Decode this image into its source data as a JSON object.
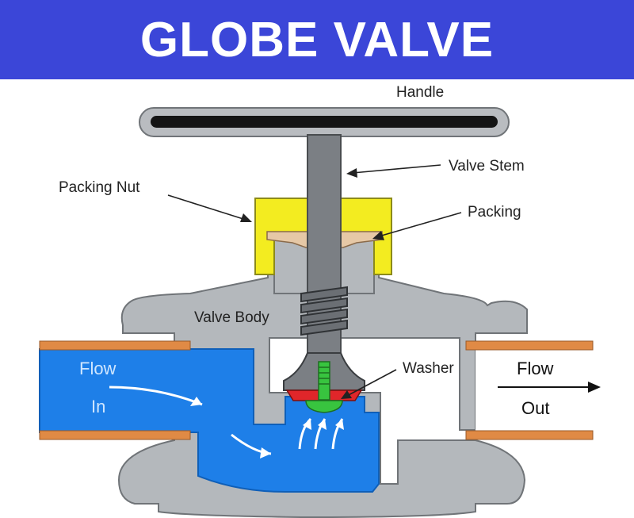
{
  "title": "GLOBE VALVE",
  "labels": {
    "handle": "Handle",
    "valve_stem": "Valve Stem",
    "packing_nut": "Packing Nut",
    "packing": "Packing",
    "valve_body": "Valve Body",
    "washer": "Washer",
    "flow_in_1": "Flow",
    "flow_in_2": "In",
    "flow_out_1": "Flow",
    "flow_out_2": "Out"
  },
  "colors": {
    "banner": "#3b46d8",
    "body": "#b4b8bc",
    "body_outline": "#707478",
    "water": "#1e7fe8",
    "pipe": "#e08a45",
    "packing_nut": "#f3ec20",
    "packing": "#e6c8a6",
    "stem": "#7b7f84",
    "washer": "#e0262a",
    "screw": "#38c43f",
    "handle": "#141414"
  }
}
